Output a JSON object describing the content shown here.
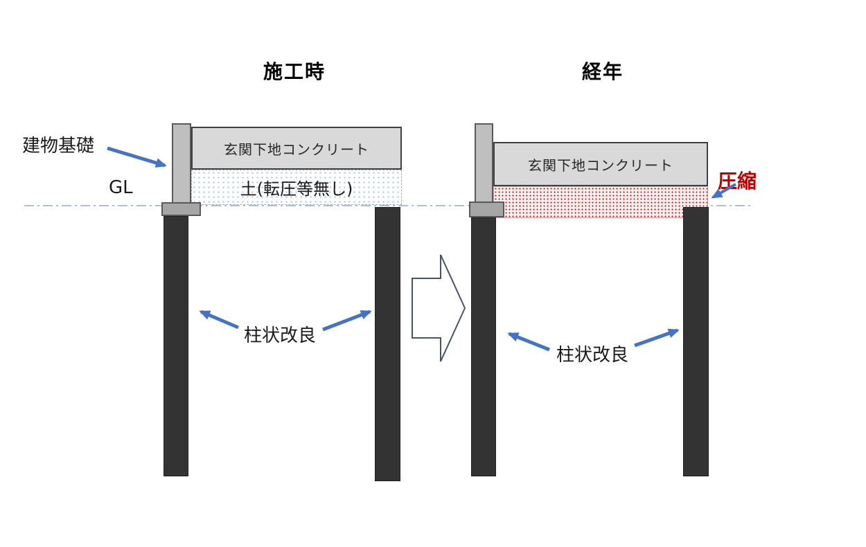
{
  "left_panel": {
    "title": "施工時",
    "foundation_label": "建物基礎",
    "gl_label": "GL",
    "concrete_label": "玄関下地コンクリート",
    "soil_label": "土(転圧等無し)",
    "column_label": "柱状改良"
  },
  "right_panel": {
    "title": "経年",
    "concrete_label": "玄関下地コンクリート",
    "compression_label": "圧縮",
    "column_label": "柱状改良"
  },
  "colors": {
    "arrow_blue": "#4472C4",
    "compression_red": "#C00000",
    "concrete_gray": "#D9D9D9",
    "column_dark": "#333333",
    "gl_line_blue": "#8FAADC",
    "transition_arrow_outline": "#44546A"
  }
}
